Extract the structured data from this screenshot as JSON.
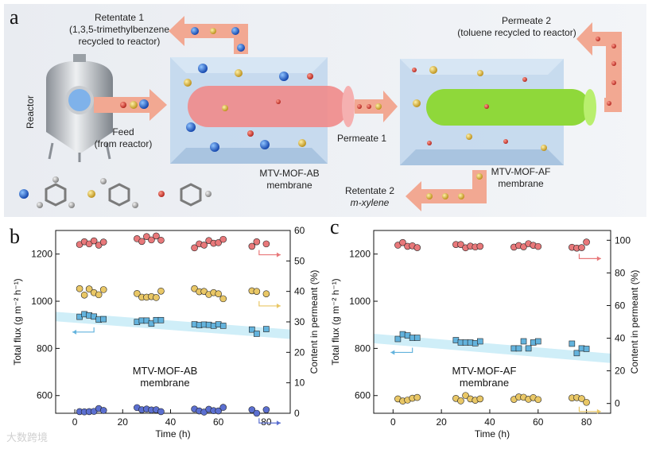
{
  "panel_a": {
    "letter": "a",
    "reactor": "Reactor",
    "feed": "Feed",
    "feed_sub": "(from reactor)",
    "retentate1_l1": "Retentate 1",
    "retentate1_l2": "(1,3,5-trimethylbenzene",
    "retentate1_l3": "recycled to reactor)",
    "permeate2_l1": "Permeate 2",
    "permeate2_l2": "(toluene recycled to reactor)",
    "permeate1": "Permeate 1",
    "retentate2_l1": "Retentate 2",
    "retentate2_l2": "m-xylene",
    "membrane1_l1": "MTV-MOF-AB",
    "membrane1_l2": "membrane",
    "membrane2_l1": "MTV-MOF-AF",
    "membrane2_l2": "membrane"
  },
  "watermark": "大数跨境",
  "colors": {
    "red_marker": "#e8787a",
    "yellow_marker": "#e9c766",
    "blue_marker": "#5b6fd0",
    "cyan_marker": "#63b3dd",
    "trend_band": "#cfeef8",
    "arrow_fill": "#f2a892",
    "tube_ab": "#ef8a8a",
    "tube_af": "#8fd83a",
    "box_fill": "#bfd6ec"
  },
  "chart_data": [
    {
      "panel": "b",
      "type": "scatter",
      "xlabel": "Time (h)",
      "ylabel_left": "Total flux (g m⁻² h⁻¹)",
      "ylabel_right": "Content in permeant (%)",
      "xlim": [
        -8,
        90
      ],
      "ylim_left": [
        525,
        1300
      ],
      "ylim_right": [
        0,
        60
      ],
      "x_ticks": [
        0,
        20,
        40,
        60,
        80
      ],
      "y_left_ticks": [
        600,
        800,
        1000,
        1200
      ],
      "y_right_ticks": [
        0,
        10,
        20,
        30,
        40,
        50,
        60
      ],
      "annotation_l1": "MTV-MOF-AB",
      "annotation_l2": "membrane",
      "trend_band": {
        "x": [
          -8,
          90
        ],
        "y_center": [
          935,
          860
        ],
        "half_width": 20
      },
      "series": [
        {
          "axis": "right",
          "marker": "circle",
          "color": "#e8787a",
          "x": [
            2,
            4,
            6,
            8,
            10,
            12,
            26,
            28,
            30,
            32,
            34,
            36,
            50,
            52,
            54,
            56,
            58,
            60,
            62,
            74,
            76,
            80
          ],
          "y": [
            55.4,
            56.3,
            55.6,
            56.6,
            55.2,
            56.2,
            57.3,
            56.4,
            58.0,
            56.9,
            58.2,
            56.8,
            54.3,
            55.6,
            55.2,
            56.7,
            55.8,
            56.0,
            57.1,
            54.8,
            56.3,
            55.6
          ]
        },
        {
          "axis": "right",
          "marker": "circle",
          "color": "#e9c766",
          "x": [
            2,
            4,
            6,
            8,
            10,
            12,
            26,
            28,
            30,
            32,
            34,
            36,
            50,
            52,
            54,
            56,
            58,
            60,
            62,
            74,
            76,
            80
          ],
          "y": [
            40.9,
            38.8,
            40.8,
            39.6,
            38.9,
            40.6,
            39.3,
            38.1,
            38.1,
            38.3,
            38.0,
            40.1,
            40.9,
            39.9,
            40.0,
            39.0,
            39.6,
            39.2,
            37.6,
            40.2,
            40.0,
            39.2
          ]
        },
        {
          "axis": "left",
          "marker": "square",
          "color": "#63b3dd",
          "x": [
            2,
            4,
            6,
            8,
            10,
            12,
            26,
            28,
            30,
            32,
            34,
            36,
            50,
            52,
            54,
            56,
            58,
            60,
            62,
            74,
            76,
            80
          ],
          "y": [
            934,
            945,
            940,
            935,
            922,
            924,
            912,
            918,
            918,
            905,
            920,
            920,
            902,
            899,
            901,
            900,
            896,
            902,
            896,
            880,
            862,
            882
          ]
        },
        {
          "axis": "left",
          "marker": "circle",
          "color": "#5b6fd0",
          "x": [
            2,
            4,
            6,
            8,
            10,
            12,
            26,
            28,
            30,
            32,
            34,
            36,
            50,
            52,
            54,
            56,
            58,
            60,
            62,
            74,
            76,
            80
          ],
          "y": [
            532,
            531,
            532,
            533,
            545,
            537,
            549,
            540,
            543,
            539,
            540,
            532,
            543,
            535,
            530,
            542,
            536,
            535,
            550,
            540,
            525,
            540
          ]
        }
      ],
      "axis_indicators": [
        {
          "series": 0,
          "points_to": "right"
        },
        {
          "series": 1,
          "points_to": "right"
        },
        {
          "series": 2,
          "points_to": "left"
        },
        {
          "series": 3,
          "points_to": "right"
        }
      ]
    },
    {
      "panel": "c",
      "type": "scatter",
      "xlabel": "Time (h)",
      "ylabel_left": "Total flux (g m⁻² h⁻¹)",
      "ylabel_right": "Content in permeant (%)",
      "xlim": [
        -8,
        90
      ],
      "ylim_left": [
        525,
        1300
      ],
      "ylim_right": [
        -6,
        106
      ],
      "x_ticks": [
        0,
        20,
        40,
        60,
        80
      ],
      "y_left_ticks": [
        600,
        800,
        1000,
        1200
      ],
      "y_right_ticks": [
        0,
        20,
        40,
        60,
        80,
        100
      ],
      "annotation_l1": "MTV-MOF-AF",
      "annotation_l2": "membrane",
      "trend_band": {
        "x": [
          -8,
          90
        ],
        "y_center": [
          842,
          758
        ],
        "half_width": 20
      },
      "series": [
        {
          "axis": "right",
          "marker": "circle",
          "color": "#e8787a",
          "x": [
            2,
            4,
            6,
            8,
            10,
            26,
            28,
            30,
            32,
            34,
            36,
            50,
            52,
            54,
            56,
            58,
            60,
            74,
            76,
            78,
            80
          ],
          "y": [
            97.0,
            98.6,
            96.3,
            96.6,
            95.5,
            97.4,
            97.4,
            95.4,
            96.4,
            95.9,
            96.3,
            95.8,
            96.8,
            96.0,
            97.9,
            96.9,
            96.2,
            95.7,
            95.2,
            95.5,
            98.9
          ]
        },
        {
          "axis": "right",
          "marker": "circle",
          "color": "#e9c766",
          "x": [
            2,
            4,
            6,
            8,
            10,
            26,
            28,
            30,
            32,
            34,
            36,
            50,
            52,
            54,
            56,
            58,
            60,
            74,
            76,
            78,
            80
          ],
          "y": [
            2.8,
            1.5,
            2.1,
            3.2,
            3.7,
            3.1,
            1.6,
            4.9,
            2.8,
            2.0,
            2.8,
            2.5,
            4.0,
            3.8,
            2.6,
            3.6,
            2.4,
            3.4,
            3.6,
            3.0,
            0.7
          ]
        },
        {
          "axis": "left",
          "marker": "square",
          "color": "#63b3dd",
          "x": [
            2,
            4,
            6,
            8,
            10,
            26,
            28,
            30,
            32,
            34,
            36,
            50,
            52,
            54,
            56,
            58,
            60,
            74,
            76,
            78,
            80
          ],
          "y": [
            840,
            860,
            855,
            845,
            845,
            835,
            825,
            825,
            825,
            822,
            830,
            800,
            800,
            830,
            800,
            825,
            830,
            820,
            780,
            800,
            798
          ]
        }
      ],
      "axis_indicators": [
        {
          "series": 0,
          "points_to": "right"
        },
        {
          "series": 1,
          "points_to": "right"
        },
        {
          "series": 2,
          "points_to": "left"
        }
      ]
    }
  ]
}
